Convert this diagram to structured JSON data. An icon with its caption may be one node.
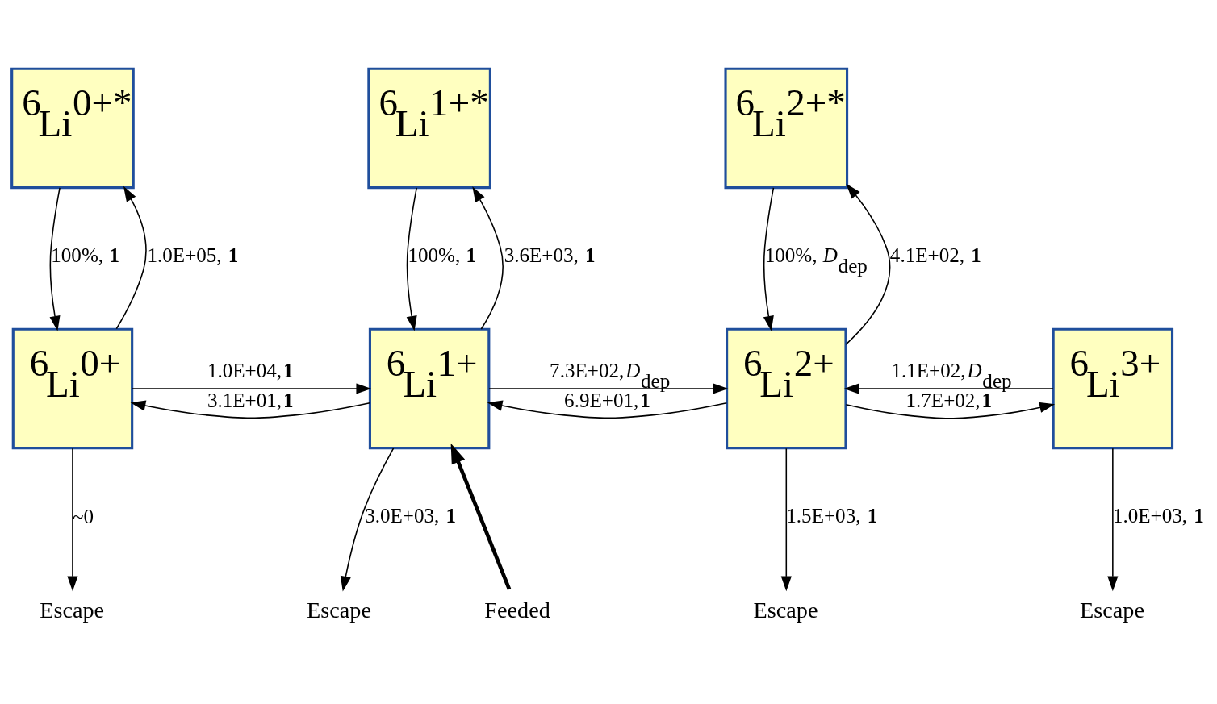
{
  "diagram": {
    "nodes": [
      {
        "text": [
          "$^{6}$Li$^{0+*}$"
        ]
      },
      {
        "text": [
          "$^{6}$Li$^{1+*}$"
        ]
      },
      {
        "text": [
          "$^{6}$Li$^{2+*}$"
        ]
      },
      {
        "text": [
          "$^{6}$Li$^{0+}$"
        ]
      },
      {
        "text": [
          "$^{6}$Li$^{1+}$"
        ]
      },
      {
        "text": [
          "$^{6}$Li$^{2+}$"
        ]
      },
      {
        "text": [
          "$^{6}$Li$^{3+}$"
        ]
      },
      {
        "text": [
          "Escape"
        ]
      },
      {
        "text": [
          "Escape"
        ]
      },
      {
        "text": [
          "Feeded"
        ]
      },
      {
        "text": [
          "Escape"
        ]
      },
      {
        "text": [
          "Escape"
        ]
      }
    ],
    "edges": [
      {
        "from": 3,
        "to": 0,
        "arrow": "to",
        "label": "1.0E+05, **1**"
      },
      {
        "from": 0,
        "to": 3,
        "arrow": "to",
        "label": "100%, **1**"
      },
      {
        "from": 4,
        "to": 1,
        "arrow": "to",
        "label": "3.6E+03, **1**"
      },
      {
        "from": 1,
        "to": 4,
        "arrow": "to",
        "label": "100%, **1**"
      },
      {
        "from": 5,
        "to": 2,
        "arrow": "to",
        "label": "4.1E+02, **1**"
      },
      {
        "from": 2,
        "to": 5,
        "arrow": "to",
        "label": "100%, *D*$_{dep}$"
      },
      {
        "from": 3,
        "to": 4,
        "arrow": "to",
        "label": "1.0E+04,**1**"
      },
      {
        "from": 4,
        "to": 3,
        "arrow": "to",
        "label": "3.1E+01,**1**"
      },
      {
        "from": 4,
        "to": 5,
        "arrow": "to",
        "label": "7.3E+02,*D*$_{dep}$"
      },
      {
        "from": 5,
        "to": 4,
        "arrow": "to",
        "label": "6.9E+01,**1**"
      },
      {
        "from": 5,
        "to": 6,
        "arrow": "to",
        "label": "1.7E+02,**1**"
      },
      {
        "from": 6,
        "to": 5,
        "arrow": "to",
        "label": "1.1E+02,*D*$_{dep}$"
      },
      {
        "from": 3,
        "to": 7,
        "arrow": "to",
        "label": "~0"
      },
      {
        "from": 4,
        "to": 8,
        "arrow": "to",
        "label": "3.0E+03, **1**"
      },
      {
        "from": 9,
        "to": 4,
        "arrow": "to",
        "style": "thick"
      },
      {
        "from": 5,
        "to": 10,
        "arrow": "to",
        "label": "1.5E+03, **1**"
      },
      {
        "from": 6,
        "to": 11,
        "arrow": "to",
        "label": "1.0E+03, **1**"
      }
    ]
  }
}
